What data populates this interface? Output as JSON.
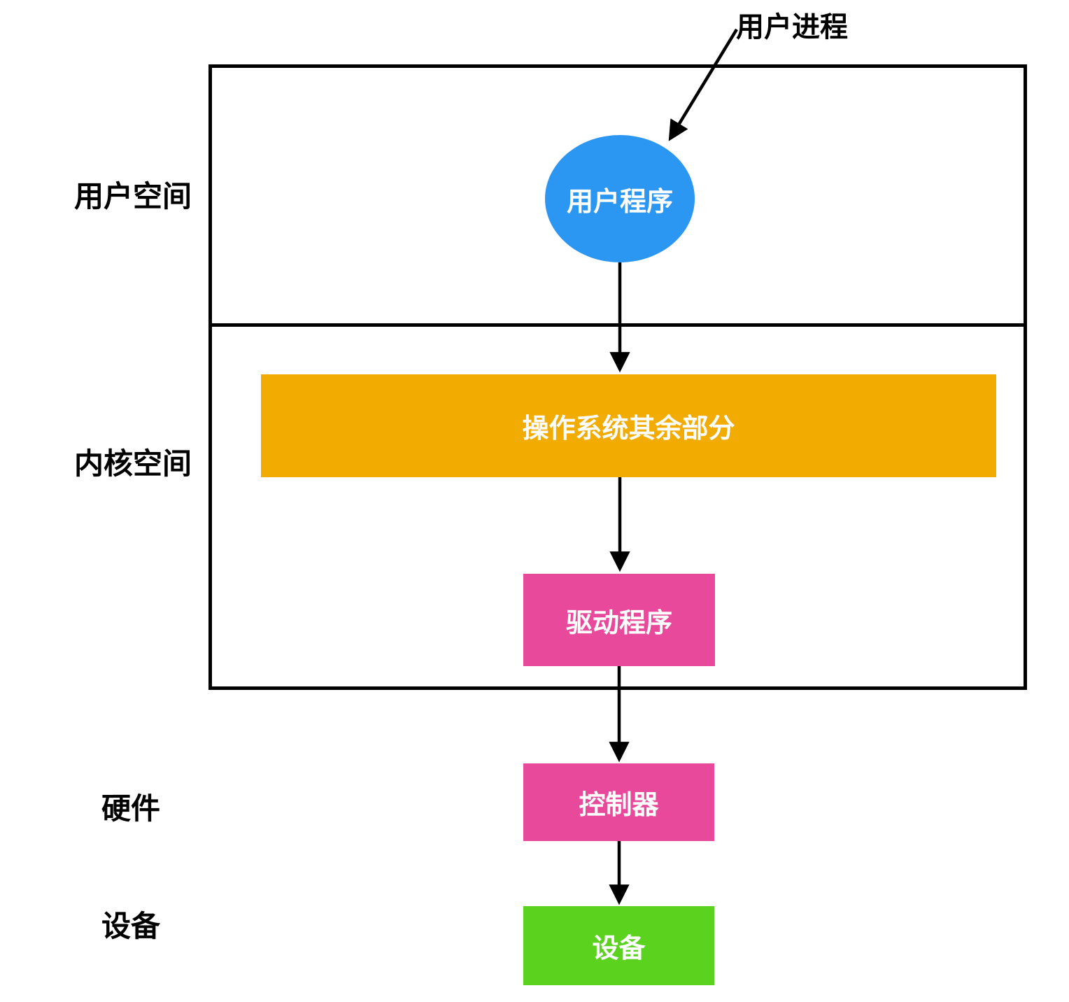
{
  "page": {
    "background": "#ffffff"
  },
  "colors": {
    "user_program_blue": "#2B97F3",
    "os_rest_orange": "#F2AB00",
    "driver_pink": "#E8499B",
    "controller_pink": "#E8499B",
    "device_green": "#5BD21E",
    "outline_black": "#000000",
    "node_text_white": "#FFFFFF"
  },
  "annotation": {
    "user_process_label": "用户进程"
  },
  "layer_labels": {
    "user_space": "用户空间",
    "kernel_space": "内核空间",
    "hardware": "硬件",
    "device": "设备"
  },
  "nodes": {
    "user_program": "用户程序",
    "os_rest": "操作系统其余部分",
    "driver": "驱动程序",
    "controller": "控制器",
    "device": "设备"
  }
}
